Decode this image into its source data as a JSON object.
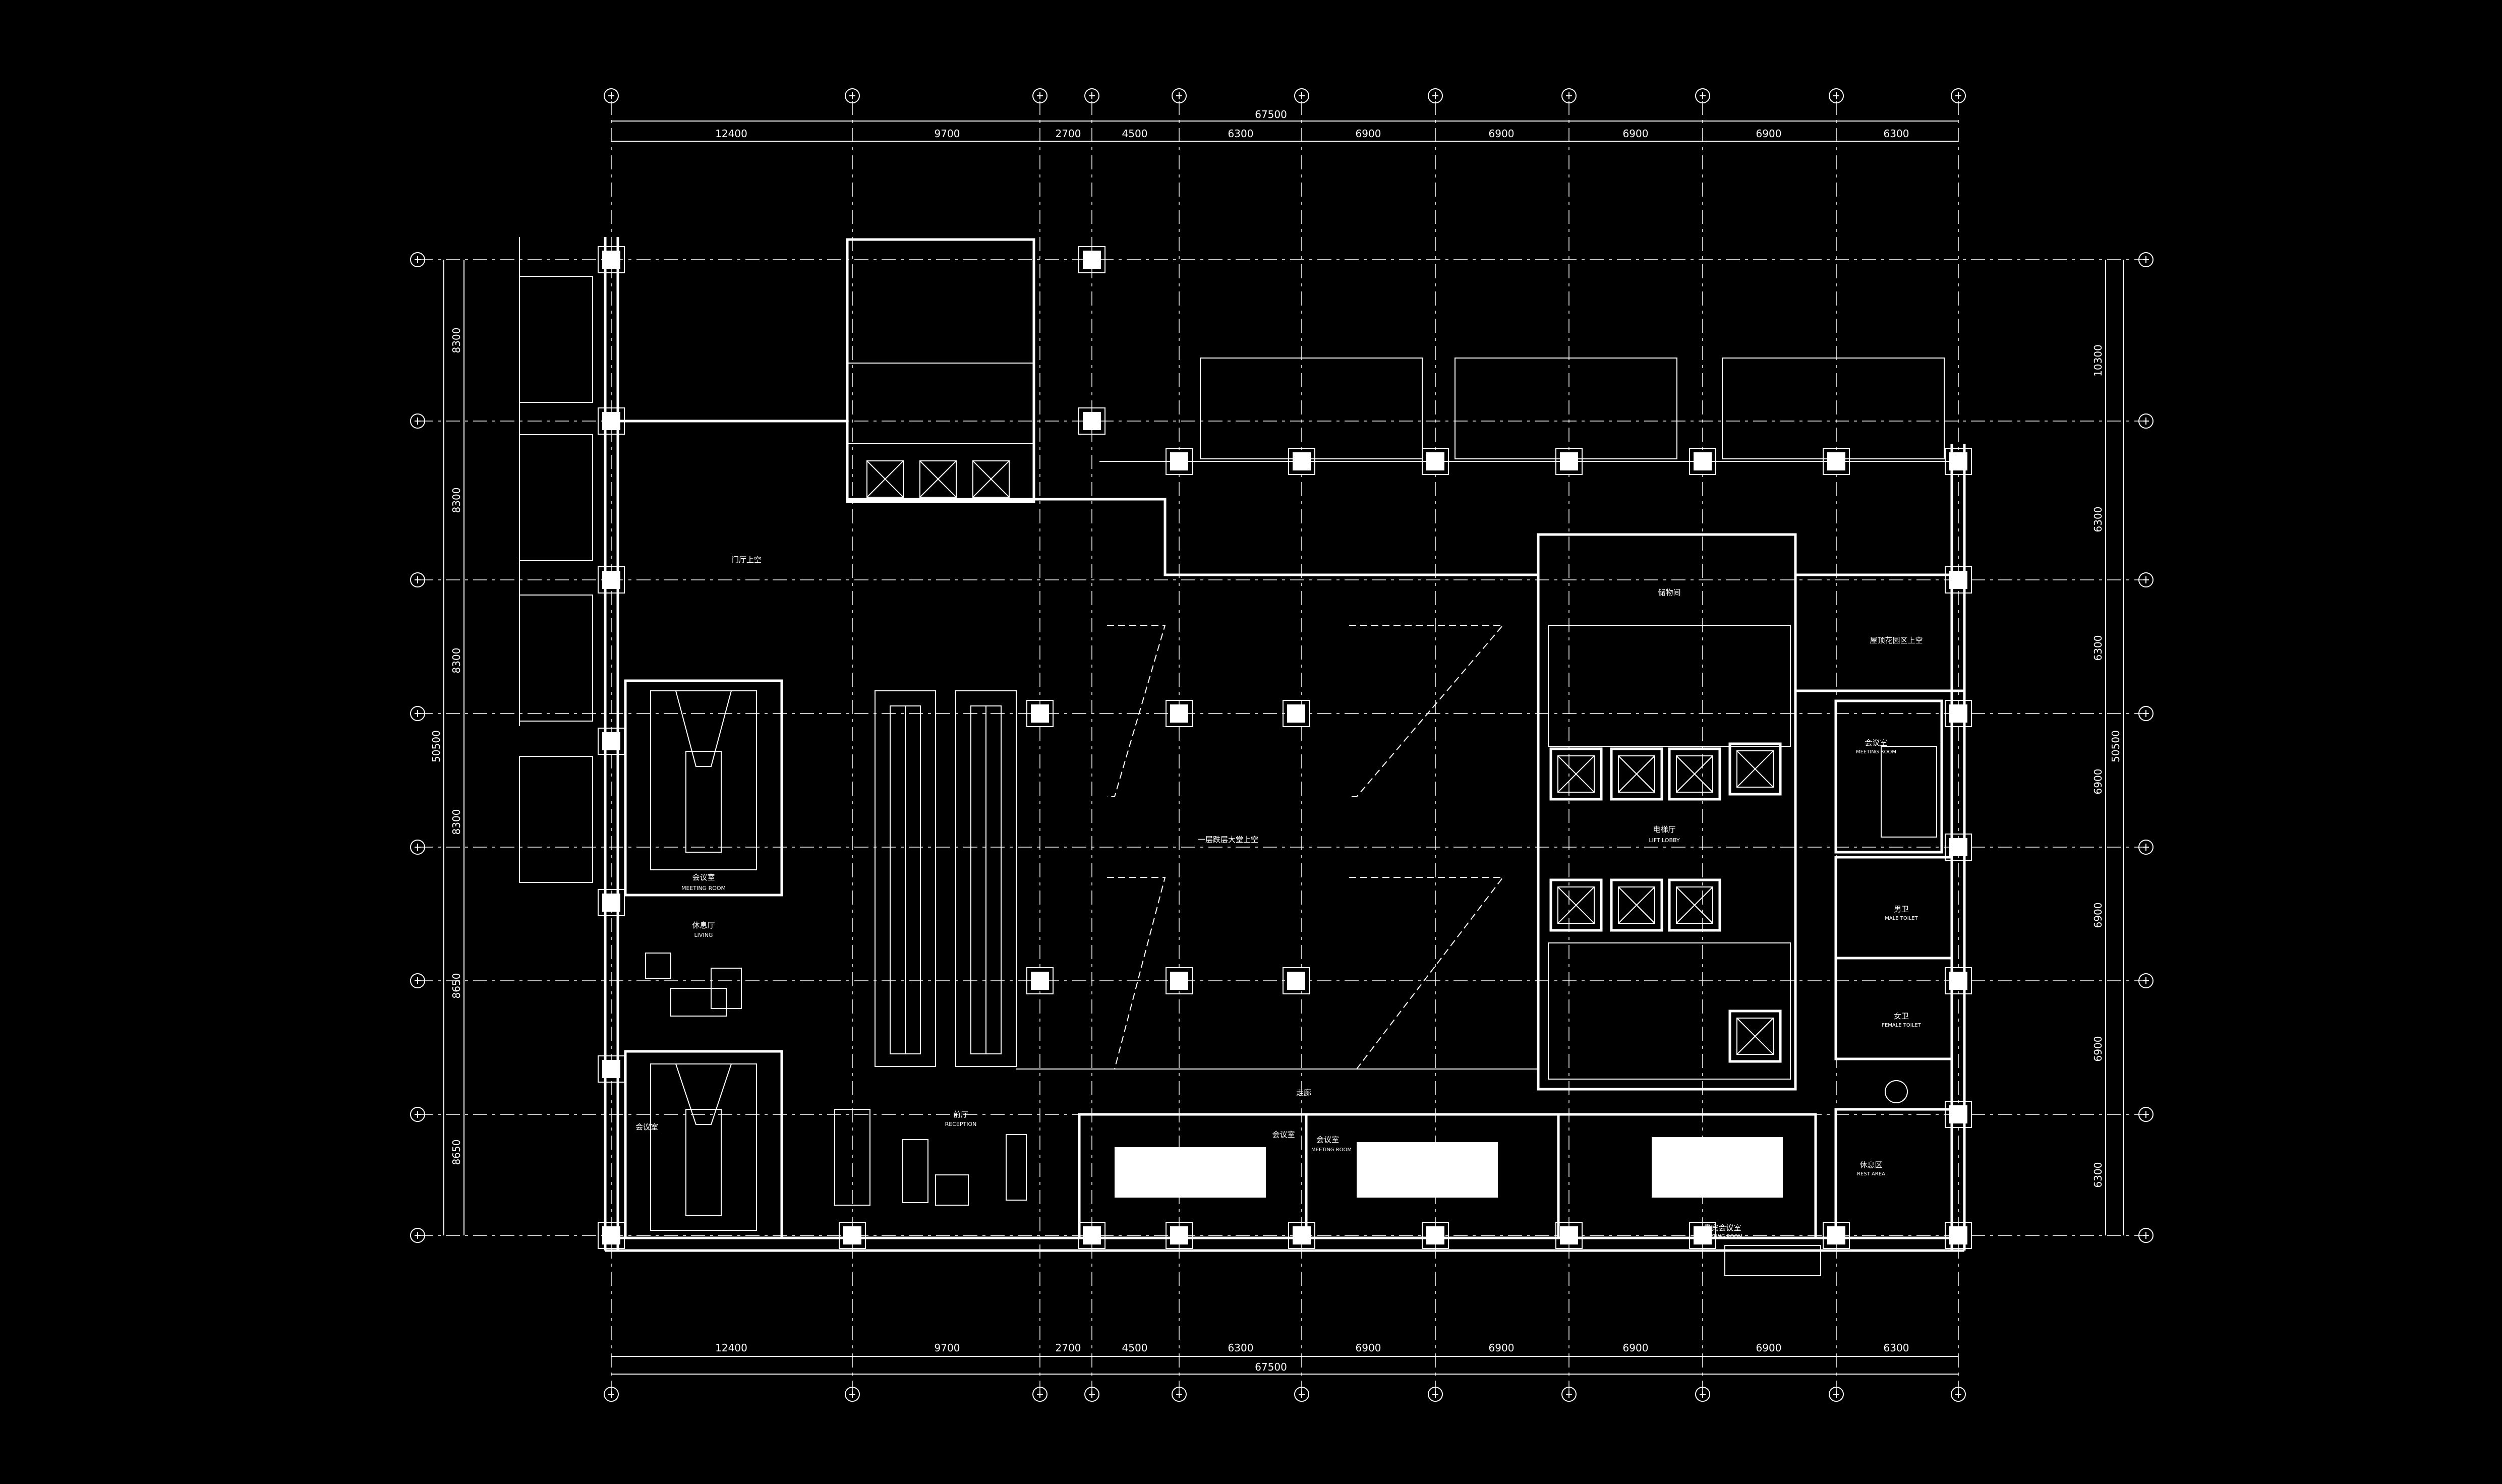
{
  "drawing": {
    "background_color": "#000000",
    "line_color": "#ffffff",
    "top_dimensions": {
      "overall": "67500",
      "segments": [
        "12400",
        "9700",
        "2700",
        "4500",
        "6300",
        "6900",
        "6900",
        "6900",
        "6900",
        "6300"
      ]
    },
    "bottom_dimensions": {
      "overall": "67500",
      "segments": [
        "12400",
        "9700",
        "2700",
        "4500",
        "6300",
        "6900",
        "6900",
        "6900",
        "6900",
        "6300"
      ]
    },
    "left_dimensions": {
      "overall": "50500",
      "segments": [
        "8300",
        "8300",
        "8300",
        "8300",
        "8650",
        "8650"
      ]
    },
    "right_dimensions": {
      "overall": "50500",
      "segments": [
        "10300",
        "6300",
        "6300",
        "6900",
        "6900",
        "6900",
        "6300"
      ]
    },
    "room_labels": {
      "meeting_room_upper": "会议室",
      "meeting_room_upper_en": "MEETING ROOM",
      "meeting_room_lower": "会议室",
      "lounge": "休息厅",
      "lounge_en": "LIVING",
      "reception": "前厅",
      "reception_en": "RECEPTION",
      "elevator_lobby": "电梯厅",
      "elevator_lobby_en": "LIFT LOBBY",
      "atrium_void": "一层跌层大堂上空",
      "storage": "储物间",
      "meeting_right": "会议室",
      "meeting_right_en": "MEETING ROOM",
      "male_toilet": "男卫",
      "male_toilet_en": "MALE TOILET",
      "female_toilet": "女卫",
      "female_toilet_en": "FEMALE TOILET",
      "rest_area": "休息区",
      "rest_area_en": "REST AREA",
      "multi_meeting_1": "会议室",
      "multi_meeting_2": "会议室",
      "multi_meeting_en": "MEETING ROOM",
      "vip_meeting": "贵宾会议室",
      "vip_meeting_en": "MEETING ROOM",
      "entrance_void": "门厅上空",
      "sky_garden_void": "屋顶花园区上空",
      "corridor_note": "走廊"
    }
  }
}
